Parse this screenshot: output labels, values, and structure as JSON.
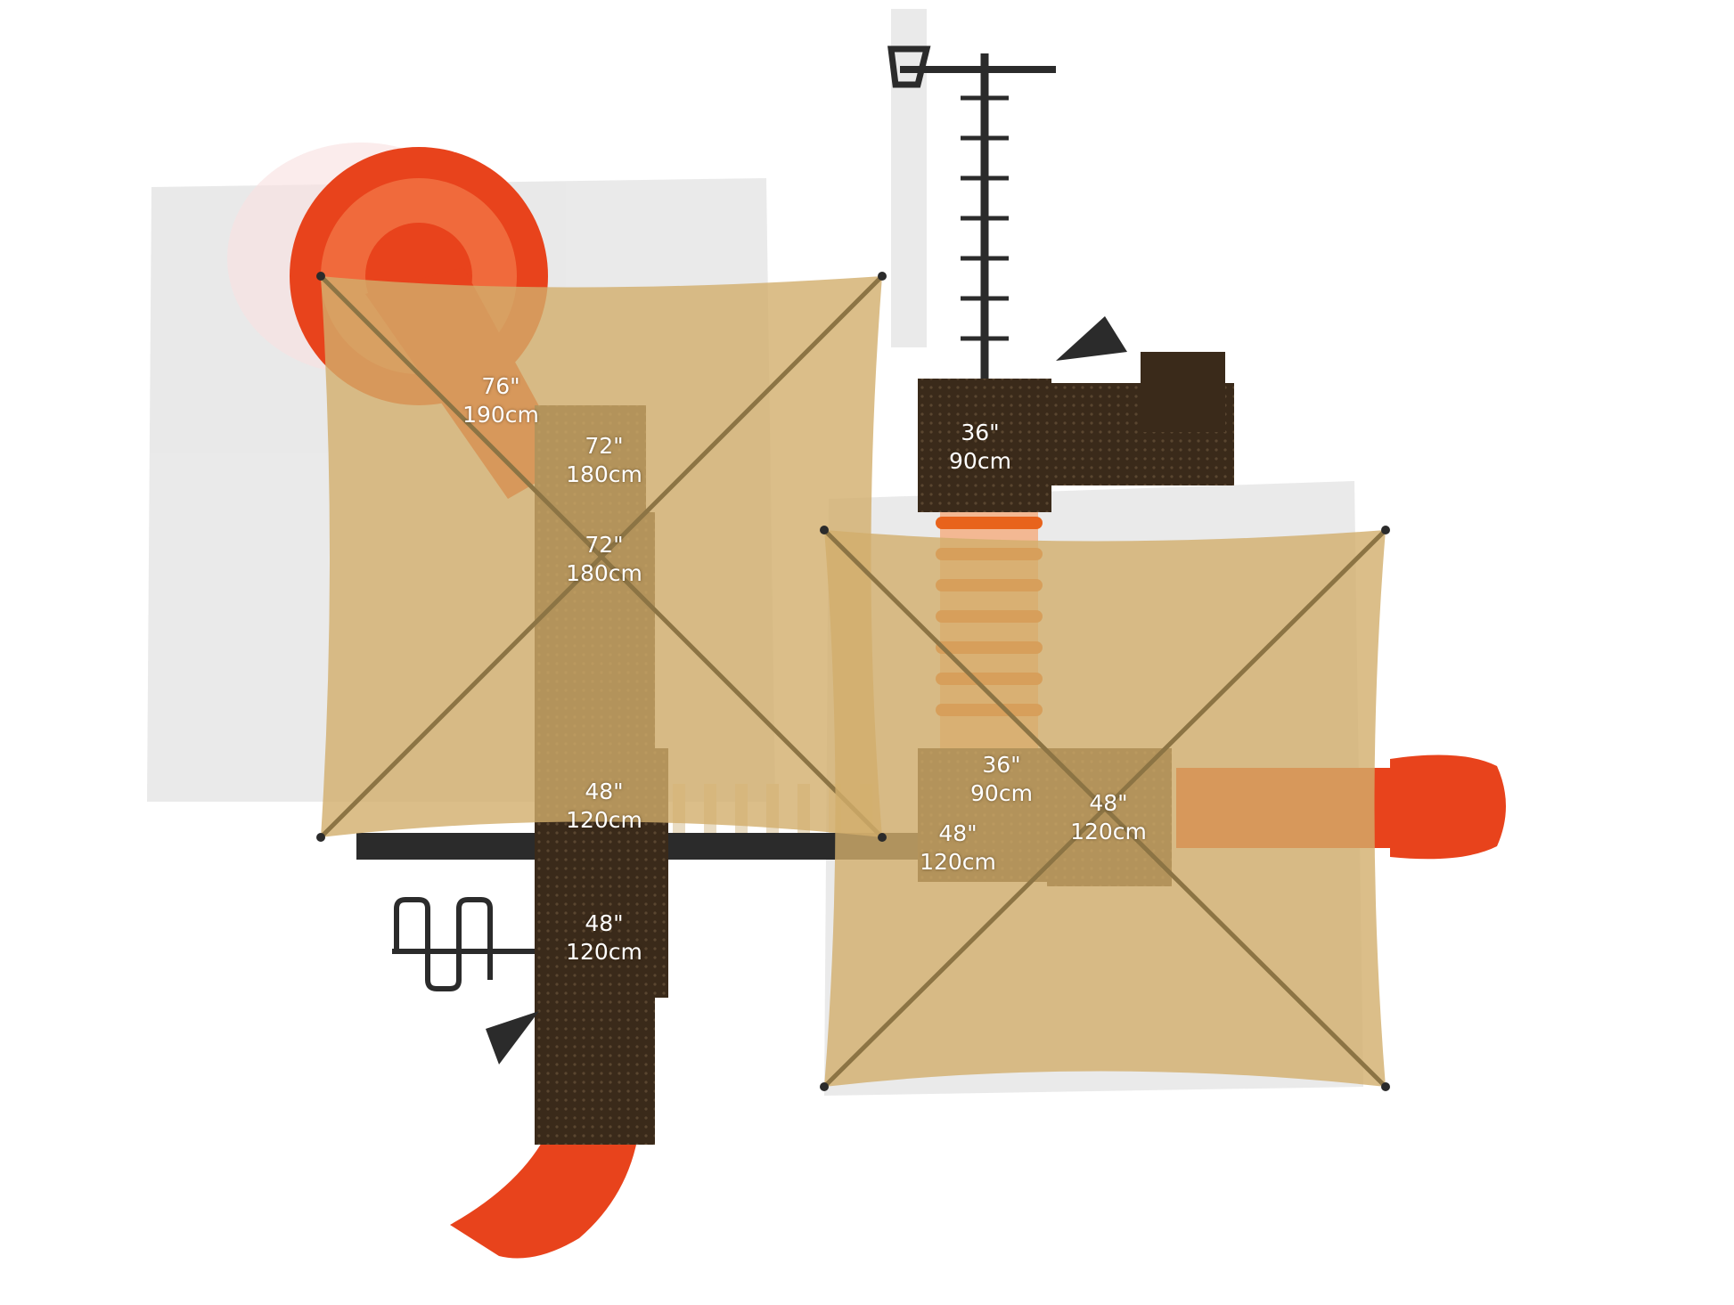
{
  "colors": {
    "canopy": "#d2ae6c",
    "canopy_edge": "#8c7444",
    "deck": "#3a2a1a",
    "slide": "#e8431c",
    "frame": "#2b2b2b",
    "background": "#ffffff"
  },
  "platform_heights": [
    {
      "id": "spiral-slide-deck",
      "imperial": "76\"",
      "metric": "190cm"
    },
    {
      "id": "upper-left-deck",
      "imperial": "72\"",
      "metric": "180cm"
    },
    {
      "id": "center-left-deck",
      "imperial": "72\"",
      "metric": "180cm"
    },
    {
      "id": "top-tower-deck",
      "imperial": "36\"",
      "metric": "90cm"
    },
    {
      "id": "center-right-deck",
      "imperial": "36\"",
      "metric": "90cm"
    },
    {
      "id": "lower-left-bridge-deck",
      "imperial": "48\"",
      "metric": "120cm"
    },
    {
      "id": "right-slide-deck",
      "imperial": "48\"",
      "metric": "120cm"
    },
    {
      "id": "ladder-deck",
      "imperial": "48\"",
      "metric": "120cm"
    },
    {
      "id": "bottom-slide-deck",
      "imperial": "48\"",
      "metric": "120cm"
    }
  ]
}
